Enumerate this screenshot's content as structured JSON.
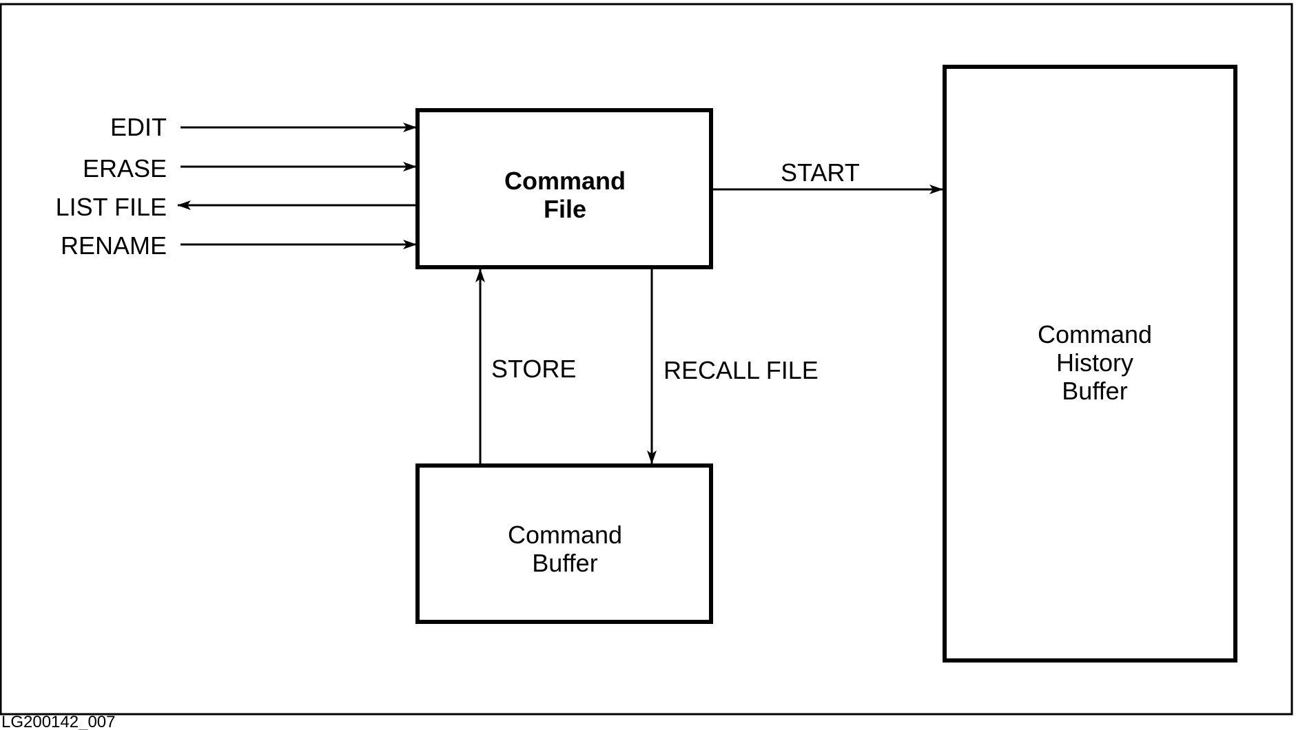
{
  "diagram": {
    "boxes": {
      "command_file": {
        "lines": [
          "Command",
          "File"
        ]
      },
      "command_buffer": {
        "lines": [
          "Command",
          "Buffer"
        ]
      },
      "history_buffer": {
        "lines": [
          "Command",
          "History",
          "Buffer"
        ]
      }
    },
    "inputs": {
      "edit": "EDIT",
      "erase": "ERASE",
      "list_file": "LIST FILE",
      "rename": "RENAME"
    },
    "flows": {
      "start": "START",
      "store": "STORE",
      "recall_file": "RECALL FILE"
    },
    "figure_id": "LG200142_007"
  }
}
